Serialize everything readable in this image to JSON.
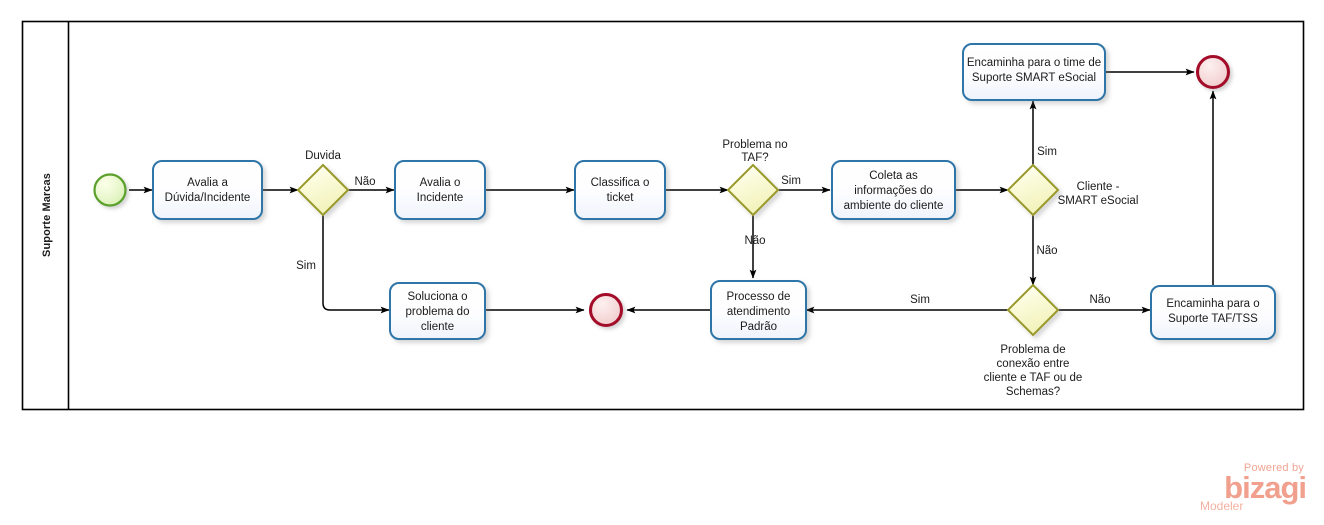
{
  "diagram": {
    "type": "bpmn-process",
    "pool": {
      "lane_title": "Suporte Marcas"
    },
    "colors": {
      "task_border": "#2e74a8",
      "task_fill": "#fbfcfe",
      "gateway_border": "#9a9a2a",
      "gateway_fill": "#fafad2",
      "start_border": "#5aa02c",
      "start_fill": "#e6f5c8",
      "end_border": "#a4112a",
      "end_fill": "#f6dcdc",
      "flow_line": "#000000",
      "pool_border": "#000000",
      "logo": "#f1a08e"
    },
    "events": [
      {
        "id": "start",
        "kind": "start-event",
        "label": ""
      },
      {
        "id": "end-left",
        "kind": "end-event",
        "label": ""
      },
      {
        "id": "end-right",
        "kind": "end-event",
        "label": ""
      }
    ],
    "tasks": [
      {
        "id": "t1",
        "lines": [
          "Avalia a",
          "Dúvida/Incidente"
        ]
      },
      {
        "id": "t2",
        "lines": [
          "Avalia o",
          "Incidente"
        ]
      },
      {
        "id": "t3",
        "lines": [
          "Classifica o",
          "ticket"
        ]
      },
      {
        "id": "t4",
        "lines": [
          "Coleta as",
          "informações do",
          "ambiente do cliente"
        ]
      },
      {
        "id": "t5",
        "lines": [
          "Encaminha para o time de",
          "Suporte SMART eSocial"
        ]
      },
      {
        "id": "t6",
        "lines": [
          "Soluciona o",
          "problema do",
          "cliente"
        ]
      },
      {
        "id": "t7",
        "lines": [
          "Processo de",
          "atendimento",
          "Padrão"
        ]
      },
      {
        "id": "t8",
        "lines": [
          "Encaminha para o",
          "Suporte TAF/TSS"
        ]
      }
    ],
    "gateways": [
      {
        "id": "g1",
        "lines": [
          "Duvida"
        ],
        "label_position": "above"
      },
      {
        "id": "g2",
        "lines": [
          "Problema no",
          "TAF?"
        ],
        "label_position": "above"
      },
      {
        "id": "g3",
        "lines": [
          "Cliente -",
          "SMART eSocial"
        ],
        "label_position": "right"
      },
      {
        "id": "g4",
        "lines": [
          "Problema de",
          "conexão entre",
          "cliente e TAF ou de",
          "Schemas?"
        ],
        "label_position": "below"
      }
    ],
    "flow_labels": [
      {
        "id": "f1",
        "text": "Não"
      },
      {
        "id": "f2",
        "text": "Sim"
      },
      {
        "id": "f3",
        "text": "Sim"
      },
      {
        "id": "f4",
        "text": "Não"
      },
      {
        "id": "f5",
        "text": "Sim"
      },
      {
        "id": "f6",
        "text": "Não"
      },
      {
        "id": "f7",
        "text": "Sim"
      },
      {
        "id": "f8",
        "text": "Não"
      }
    ]
  },
  "logo": {
    "powered_by": "Powered by",
    "brand": "bizagi",
    "product": "Modeler"
  }
}
